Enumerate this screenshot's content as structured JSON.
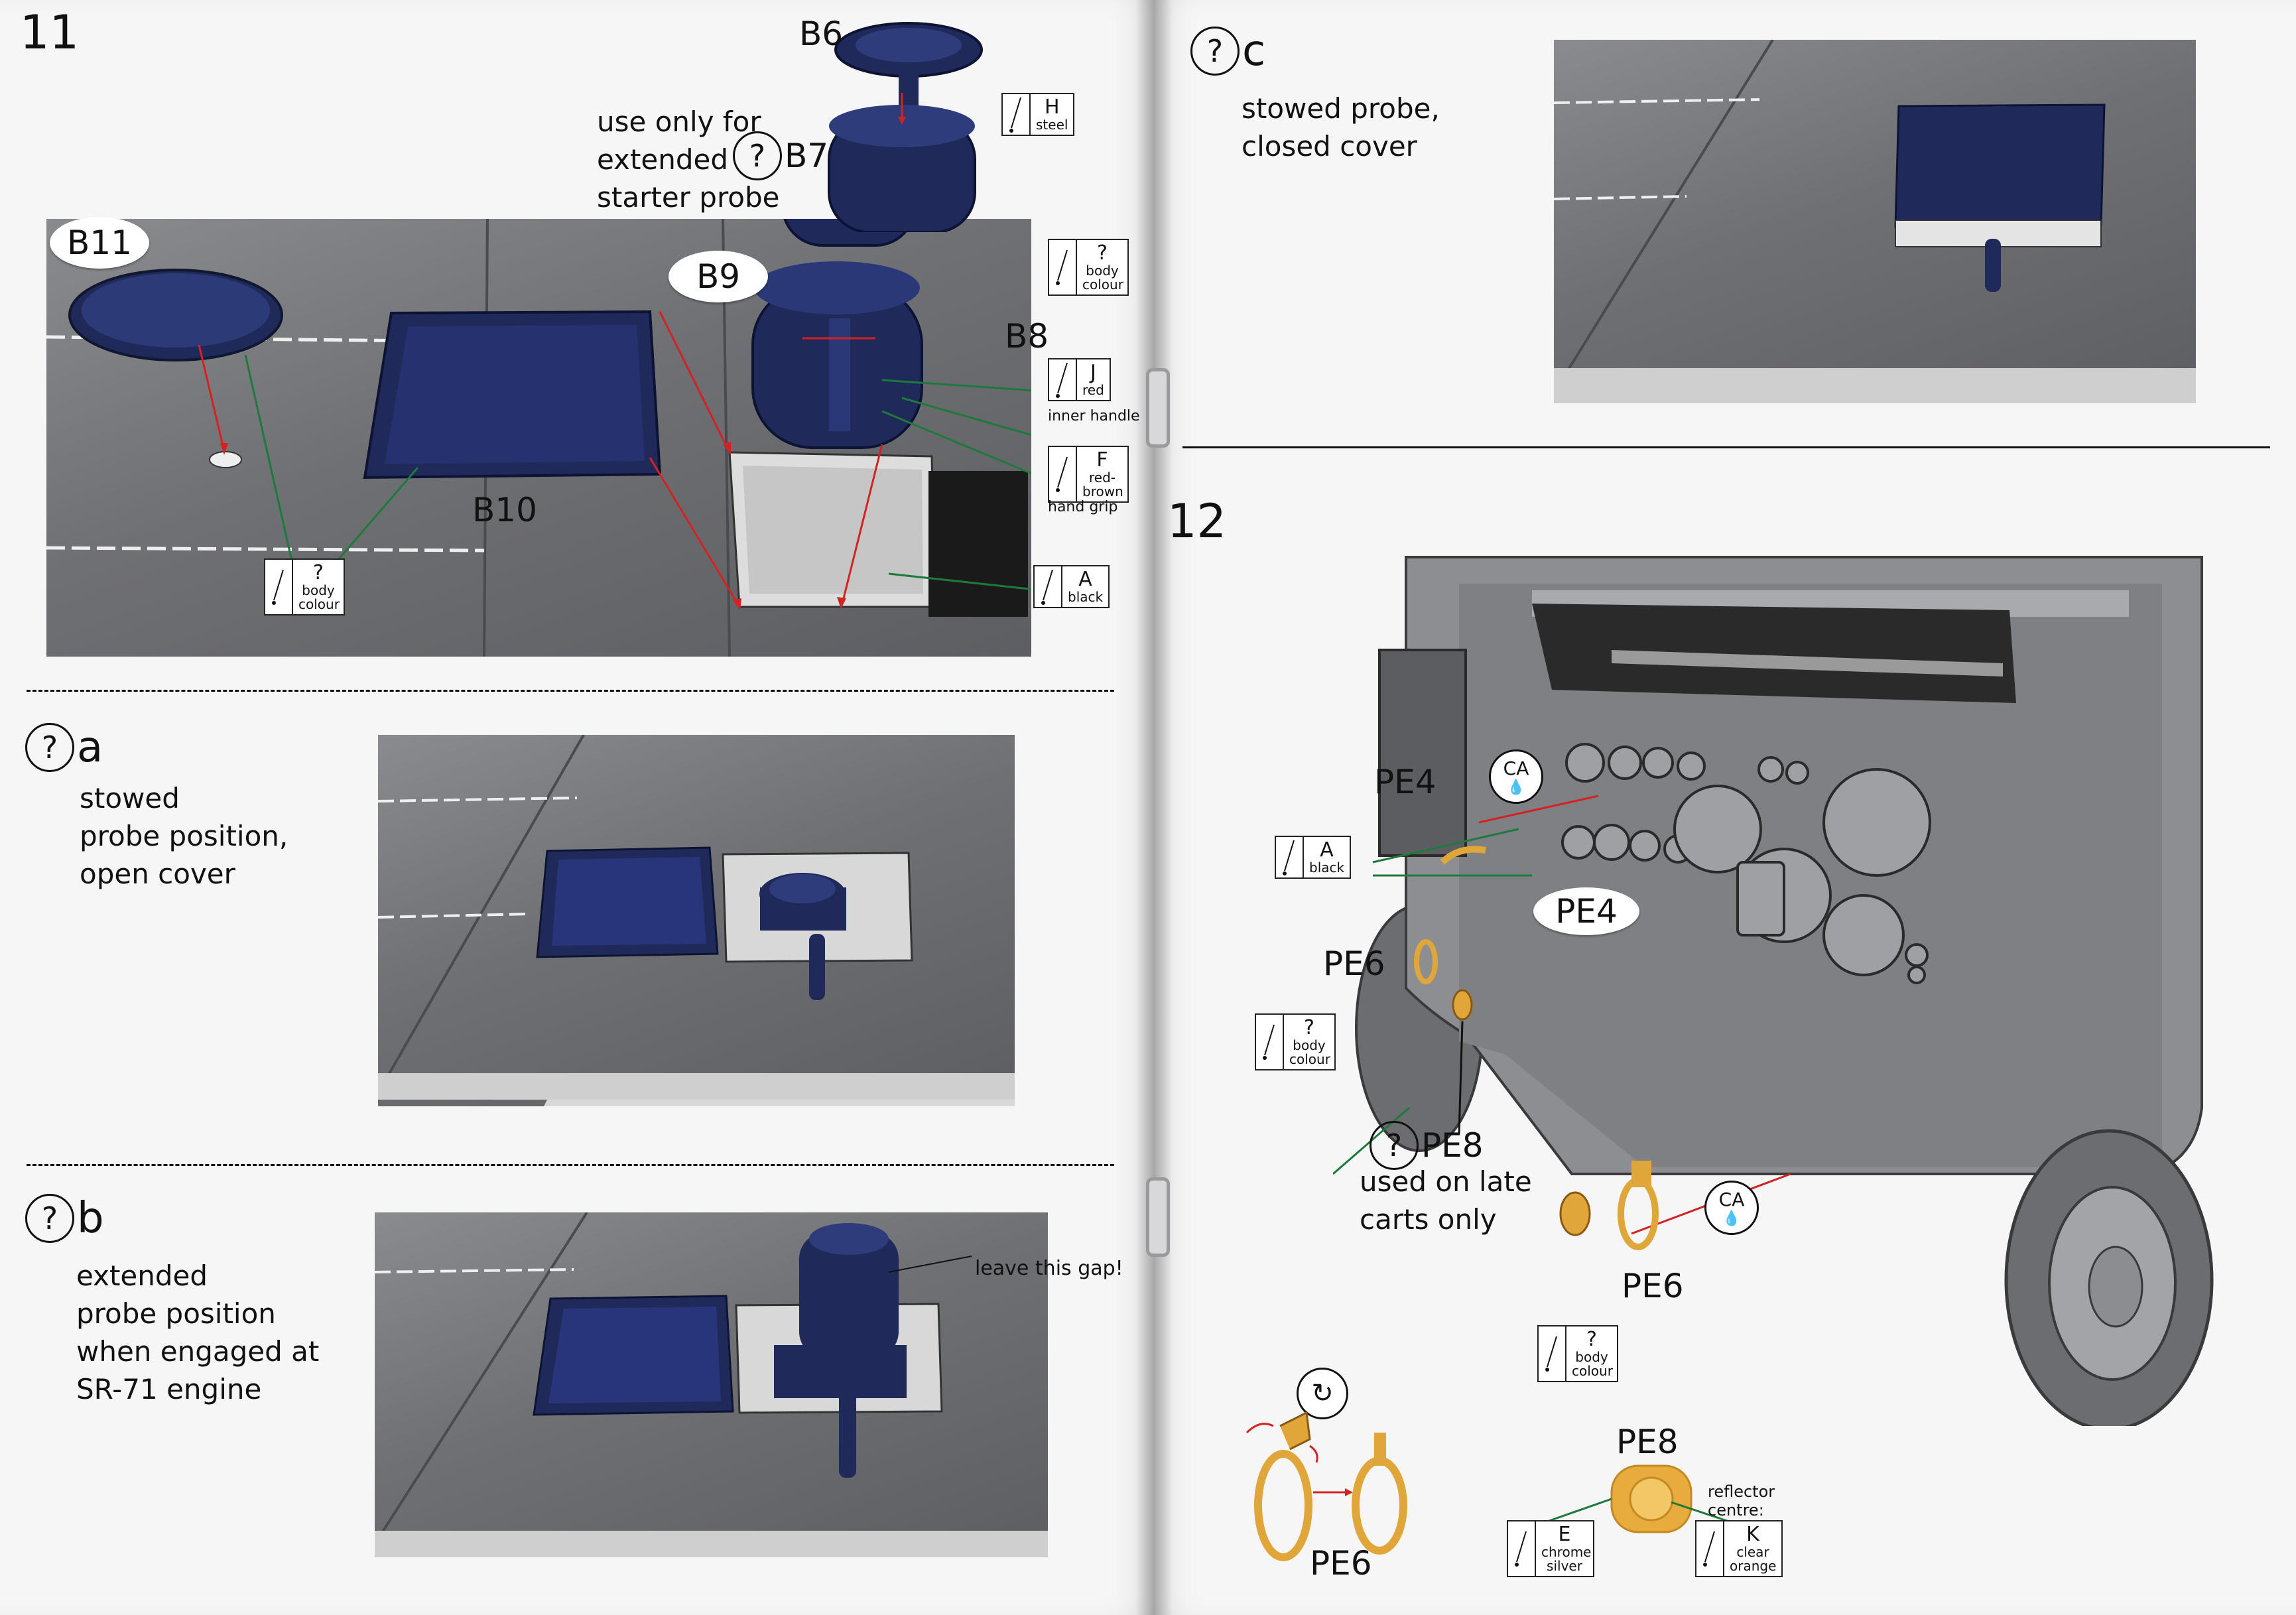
{
  "step11": {
    "number": "11",
    "parts": {
      "b6": "B6",
      "b7": "B7",
      "b8": "B8",
      "b9": "B9",
      "b10": "B10",
      "b11": "B11"
    },
    "note_lines": [
      "use only for",
      "extended",
      "starter probe"
    ],
    "paints": [
      {
        "code": "H",
        "name": "steel",
        "extra": ""
      },
      {
        "code": "?",
        "name": "body colour",
        "extra": ""
      },
      {
        "code": "J",
        "name": "red",
        "extra": "inner handle"
      },
      {
        "code": "F",
        "name": "red-brown",
        "extra": "hand grip"
      },
      {
        "code": "A",
        "name": "black",
        "extra": ""
      },
      {
        "code": "?",
        "name": "body colour",
        "extra": ""
      }
    ]
  },
  "sub_a": {
    "letter": "a",
    "lines": [
      "stowed",
      "probe position,",
      "open cover"
    ]
  },
  "sub_b": {
    "letter": "b",
    "lines": [
      "extended",
      "probe position",
      "when engaged at",
      "SR-71 engine"
    ],
    "callout": "leave this gap!"
  },
  "sub_c": {
    "letter": "c",
    "lines": [
      "stowed probe,",
      "closed cover"
    ]
  },
  "step12": {
    "number": "12",
    "parts": {
      "pe4_a": "PE4",
      "pe4_b": "PE4",
      "pe6_a": "PE6",
      "pe6_b": "PE6",
      "pe6_c": "PE6",
      "pe8_a": "PE8",
      "pe8_b": "PE8"
    },
    "pe8_note_lines": [
      "used on late",
      "carts only"
    ],
    "ca": "CA",
    "reflector_lines": [
      "reflector",
      "centre:"
    ],
    "paints": [
      {
        "code": "A",
        "name": "black"
      },
      {
        "code": "?",
        "name": "body colour"
      },
      {
        "code": "?",
        "name": "body colour"
      },
      {
        "code": "E",
        "name": "chrome silver"
      },
      {
        "code": "K",
        "name": "clear orange"
      }
    ]
  },
  "qmark": "?",
  "colors": {
    "part_blue": "#1f2a5a",
    "body_gray": "#6f7073",
    "pe_gold": "#e0a63a",
    "arrow_red": "#d42222",
    "leader_green": "#1e7a3c"
  }
}
